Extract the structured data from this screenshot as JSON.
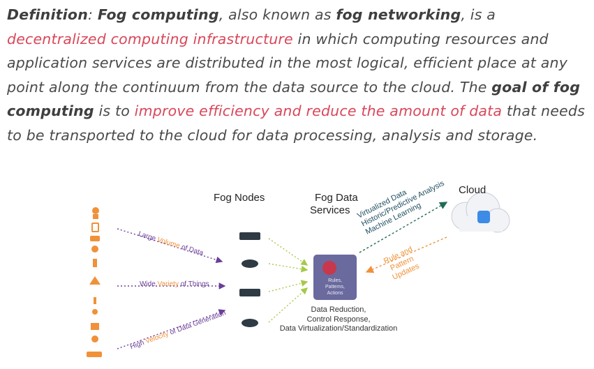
{
  "definition": {
    "t1": "Definition",
    "t2": ": ",
    "t3": "Fog computing",
    "t4": ", also known as ",
    "t5": "fog networking",
    "t6": ", is a ",
    "t7": "decentralized computing infrastructure",
    "t8": " in which computing resources and application services are distributed in the most logical, efficient place at any point along the continuum from the data source to the cloud. The ",
    "t9": "goal of fog computing",
    "t10": " is to ",
    "t11": "improve efficiency and reduce the amount of data",
    "t12": " that needs to be transported to the cloud for data processing, analysis and storage."
  },
  "diagram": {
    "fog_nodes_label": "Fog Nodes",
    "fog_data_services_label_1": "Fog Data",
    "fog_data_services_label_2": "Services",
    "cloud_label": "Cloud",
    "arrow_1": {
      "pre": "Large ",
      "accent": "Volume",
      "post": " of Data"
    },
    "arrow_2": {
      "pre": "Wide ",
      "accent": "Variety",
      "post": " of Things"
    },
    "arrow_3": {
      "pre": "High ",
      "accent": "Velocity",
      "post": " of Data Generation"
    },
    "upstream_1": "Virtualized Data",
    "upstream_2": "Historic/Predictive Analysis",
    "upstream_3": "Machine Learning",
    "downstream_1": "Rule and",
    "downstream_2": "Pattern",
    "downstream_3": "Updates",
    "service_box_1": "Rules,",
    "service_box_2": "Patterns,",
    "service_box_3": "Actions",
    "bottom_1": "Data Reduction,",
    "bottom_2": "Control Response,",
    "bottom_3": "Data Virtualization/Standardization",
    "colors": {
      "accent_orange": "#f0913a",
      "dotted_purple": "#6b3e98",
      "dotted_green": "#a5c94a",
      "teal_text": "#1f4e5f",
      "brand_red": "#d9475a"
    }
  }
}
